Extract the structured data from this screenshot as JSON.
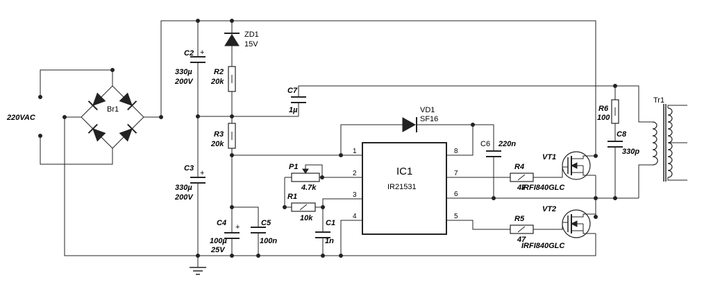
{
  "labels": {
    "ac": "220VAC",
    "br1": "Br1",
    "zd1": "ZD1",
    "zd1_val": "15V",
    "c2": "C2",
    "c2_val1": "330µ",
    "c2_val2": "200V",
    "r2": "R2",
    "r2_val": "20k",
    "r3": "R3",
    "r3_val": "20k",
    "c3": "C3",
    "c3_val1": "330µ",
    "c3_val2": "200V",
    "c7": "C7",
    "c7_val": "1µ",
    "vd1": "VD1",
    "vd1_val": "SF16",
    "p1": "P1",
    "p1_val": "4.7k",
    "r1": "R1",
    "r1_val": "10k",
    "c4": "C4",
    "c4_val1": "100µ",
    "c4_val2": "25V",
    "c5": "C5",
    "c5_val": "100n",
    "c1": "C1",
    "c1_val": "1n",
    "ic1": "IC1",
    "ic1_val": "IR21531",
    "pin1": "1",
    "pin2": "2",
    "pin3": "3",
    "pin4": "4",
    "pin5": "5",
    "pin6": "6",
    "pin7": "7",
    "pin8": "8",
    "c6": "C6",
    "c6_val": "220n",
    "r4": "R4",
    "r4_val": "47",
    "r5": "R5",
    "r5_val": "47",
    "vt1": "VT1",
    "vt1_val": "IRFI840GLC",
    "vt2": "VT2",
    "vt2_val": "IRFI840GLC",
    "r6": "R6",
    "r6_val": "100",
    "c8": "C8",
    "c8_val": "330p",
    "tr1": "Tr1"
  }
}
